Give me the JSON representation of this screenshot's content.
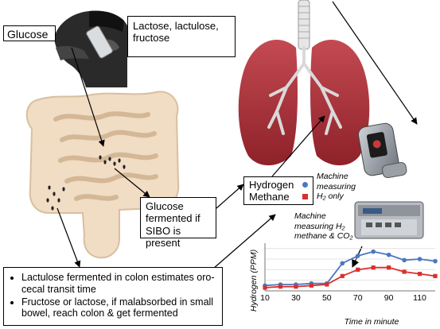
{
  "labels": {
    "glucose": "Glucose",
    "sugars": "Lactose, lactulose, fructose",
    "glucose_fermented": "Glucose fermented if SIBO is present",
    "hydrogen": "Hydrogen",
    "methane": "Methane",
    "machine_h2": "Machine measuring H₂ only",
    "machine_multi": "Machine measuring H₂ methane & CO₂",
    "bullet_1": "Lactulose fermented in colon estimates oro-cecal transit time",
    "bullet_2": "Fructose or lactose, if malabsorbed in small bowel, reach colon & get fermented"
  },
  "colors": {
    "hydrogen": "#4a78c0",
    "methane": "#d8312c",
    "lung": "#b8353d",
    "intestine": "#f1dcc4"
  },
  "chart_data": {
    "type": "line",
    "x": [
      10,
      20,
      30,
      40,
      50,
      60,
      70,
      80,
      90,
      100,
      110,
      120
    ],
    "series": [
      {
        "values": [
          5,
          6,
          6,
          7,
          7,
          26,
          33,
          37,
          34,
          29,
          30,
          28
        ],
        "color": "#4a78c0",
        "marker": "circle"
      },
      {
        "values": [
          3,
          4,
          4,
          5,
          6,
          14,
          20,
          22,
          22,
          18,
          16,
          14
        ],
        "color": "#d8312c",
        "marker": "square"
      }
    ],
    "xticks": [
      10,
      30,
      50,
      70,
      90,
      110
    ],
    "xlabel": "Time in minute",
    "ylabel": "Hydrogen (PPM)",
    "xlim": [
      10,
      120
    ],
    "ylim": [
      0,
      45
    ]
  }
}
